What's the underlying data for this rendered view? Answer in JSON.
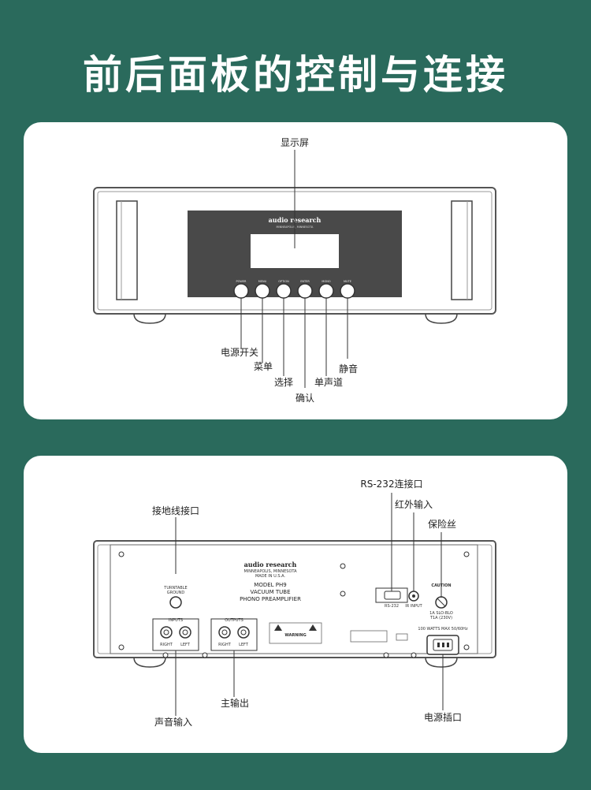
{
  "title": "前后面板的控制与连接",
  "front": {
    "callouts": {
      "display": "显示屏",
      "power": "电源开关",
      "menu": "菜单",
      "select": "选择",
      "enter": "确认",
      "mono": "单声道",
      "mute": "静音"
    },
    "brand": "audio research",
    "brand_sub": "MINNEAPOLIS, MINNESOTA",
    "buttons": [
      "POWER",
      "MENU",
      "OPTION",
      "ENTER",
      "MONO",
      "MUTE"
    ]
  },
  "rear": {
    "callouts": {
      "rs232": "RS-232连接口",
      "ir": "红外输入",
      "fuse": "保险丝",
      "ground": "接地线接口",
      "main_out": "主输出",
      "input": "声音输入",
      "power_socket": "电源插口"
    },
    "brand": "audio research",
    "brand_sub": "MINNEAPOLIS, MINNESOTA",
    "made_in": "MADE IN U.S.A.",
    "model_lines": [
      "MODEL PH9",
      "VACUUM TUBE",
      "PHONO PREAMPLIFIER"
    ],
    "ground_label_lines": [
      "TURNTABLE",
      "GROUND"
    ],
    "inputs_label": "INPUTS",
    "outputs_label": "OUTPUTS",
    "right": "RIGHT",
    "left": "LEFT",
    "rs232_small": "RS-232",
    "ir_small": "IR INPUT",
    "caution": "CAUTION",
    "fuse_rating": "1A SLO-BLO",
    "fuse_rating2": "T1A (230V)",
    "warning": "WARNING",
    "power_rating": "100 WATTS MAX 50/60Hz"
  }
}
